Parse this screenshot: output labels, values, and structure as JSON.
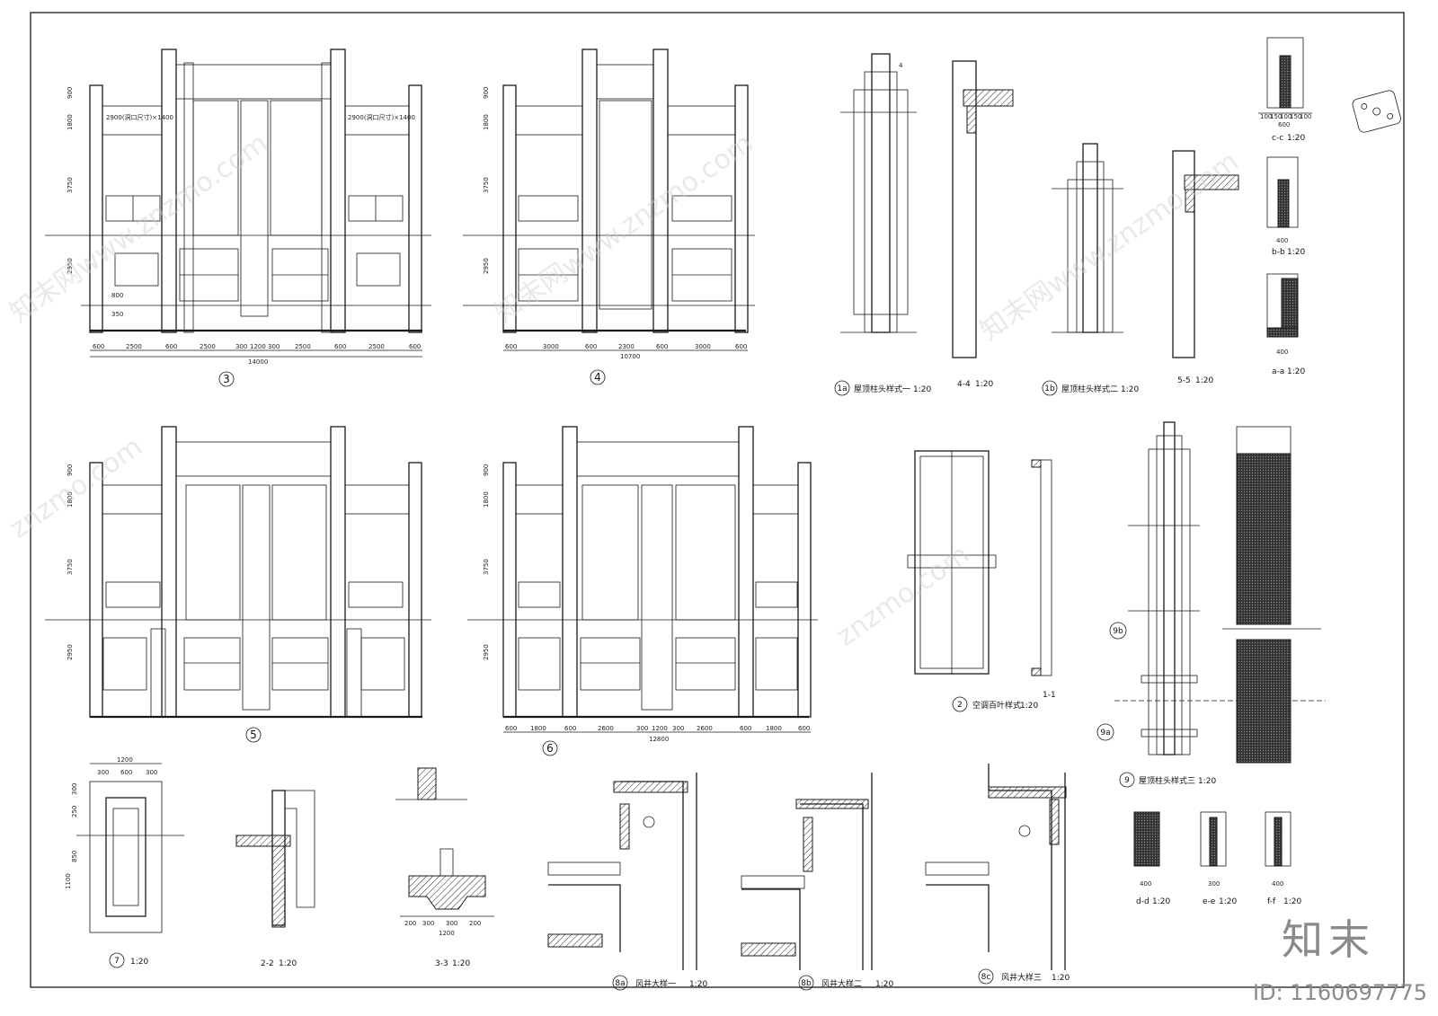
{
  "drawing": {
    "elevations": {
      "e3": {
        "num": "3",
        "dims": [
          "600",
          "2500",
          "600",
          "2500",
          "300",
          "1200",
          "300",
          "2500",
          "600",
          "2500",
          "600"
        ],
        "total": "14000",
        "vdims": [
          "900",
          "1800",
          "3750",
          "2950",
          "800",
          "350"
        ],
        "note_left": "2900(洞口尺寸)×1400",
        "note_right": "2900(洞口尺寸)×1400"
      },
      "e4": {
        "num": "4",
        "dims": [
          "600",
          "3000",
          "600",
          "2300",
          "600",
          "3000",
          "600"
        ],
        "total": "10700",
        "vdims": [
          "900",
          "1800",
          "3750",
          "2950"
        ]
      },
      "e5": {
        "num": "5",
        "vdims": [
          "900",
          "1800",
          "3750",
          "2950"
        ]
      },
      "e6": {
        "num": "6",
        "dims": [
          "600",
          "1800",
          "600",
          "2600",
          "300",
          "1200",
          "300",
          "2600",
          "600",
          "1800",
          "600"
        ],
        "total": "12800",
        "vdims": [
          "900",
          "1800",
          "3750",
          "2950"
        ]
      }
    },
    "details": {
      "d1a": {
        "num": "1a",
        "title": "屋顶柱头样式一",
        "scale": "1:20"
      },
      "d44": {
        "title": "4-4",
        "scale": "1:20"
      },
      "d1b": {
        "num": "1b",
        "title": "屋顶柱头样式二",
        "scale": "1:20"
      },
      "d55": {
        "title": "5-5",
        "scale": "1:20"
      },
      "dcc": {
        "title": "c-c",
        "scale": "1:20",
        "dims": [
          "100",
          "150",
          "100",
          "150",
          "100"
        ],
        "w": "600"
      },
      "dbb": {
        "title": "b-b",
        "scale": "1:20",
        "w": "400"
      },
      "daa": {
        "title": "a-a",
        "scale": "1:20",
        "w": "400"
      },
      "d2": {
        "num": "2",
        "title": "空调百叶样式",
        "scale": "1:20"
      },
      "d11": {
        "title": "1-1"
      },
      "d9": {
        "num": "9",
        "title": "屋顶柱头样式三",
        "scale": "1:20"
      },
      "d9a": {
        "num": "9a"
      },
      "d9b": {
        "num": "9b"
      },
      "d7": {
        "num": "7",
        "scale": "1:20",
        "dims": [
          "1200",
          "300",
          "600",
          "300"
        ],
        "vdims": [
          "300",
          "250",
          "850",
          "1100"
        ]
      },
      "d22": {
        "title": "2-2",
        "scale": "1:20"
      },
      "d33": {
        "title": "3-3",
        "scale": "1:20",
        "total": "1200",
        "dims": [
          "200",
          "300",
          "300",
          "200"
        ]
      },
      "d8a": {
        "num": "8a",
        "title": "风井大样一",
        "scale": "1:20"
      },
      "d8b": {
        "num": "8b",
        "title": "风井大样二",
        "scale": "1:20"
      },
      "d8c": {
        "num": "8c",
        "title": "风井大样三",
        "scale": "1:20"
      },
      "ddd": {
        "title": "d-d",
        "scale": "1:20",
        "w": "400"
      },
      "dee": {
        "title": "e-e",
        "scale": "1:20",
        "w": "300"
      },
      "dff": {
        "title": "f-f",
        "scale": "1:20",
        "w": "400"
      }
    }
  },
  "brand": {
    "logo": "知末",
    "id": "ID: 1160697775"
  },
  "watermarks": [
    "知末网www.znzmo.com",
    "znzmo.com",
    "知末网www.znzmo.com",
    "znzmo.com",
    "知末网www.znzmo.com"
  ]
}
